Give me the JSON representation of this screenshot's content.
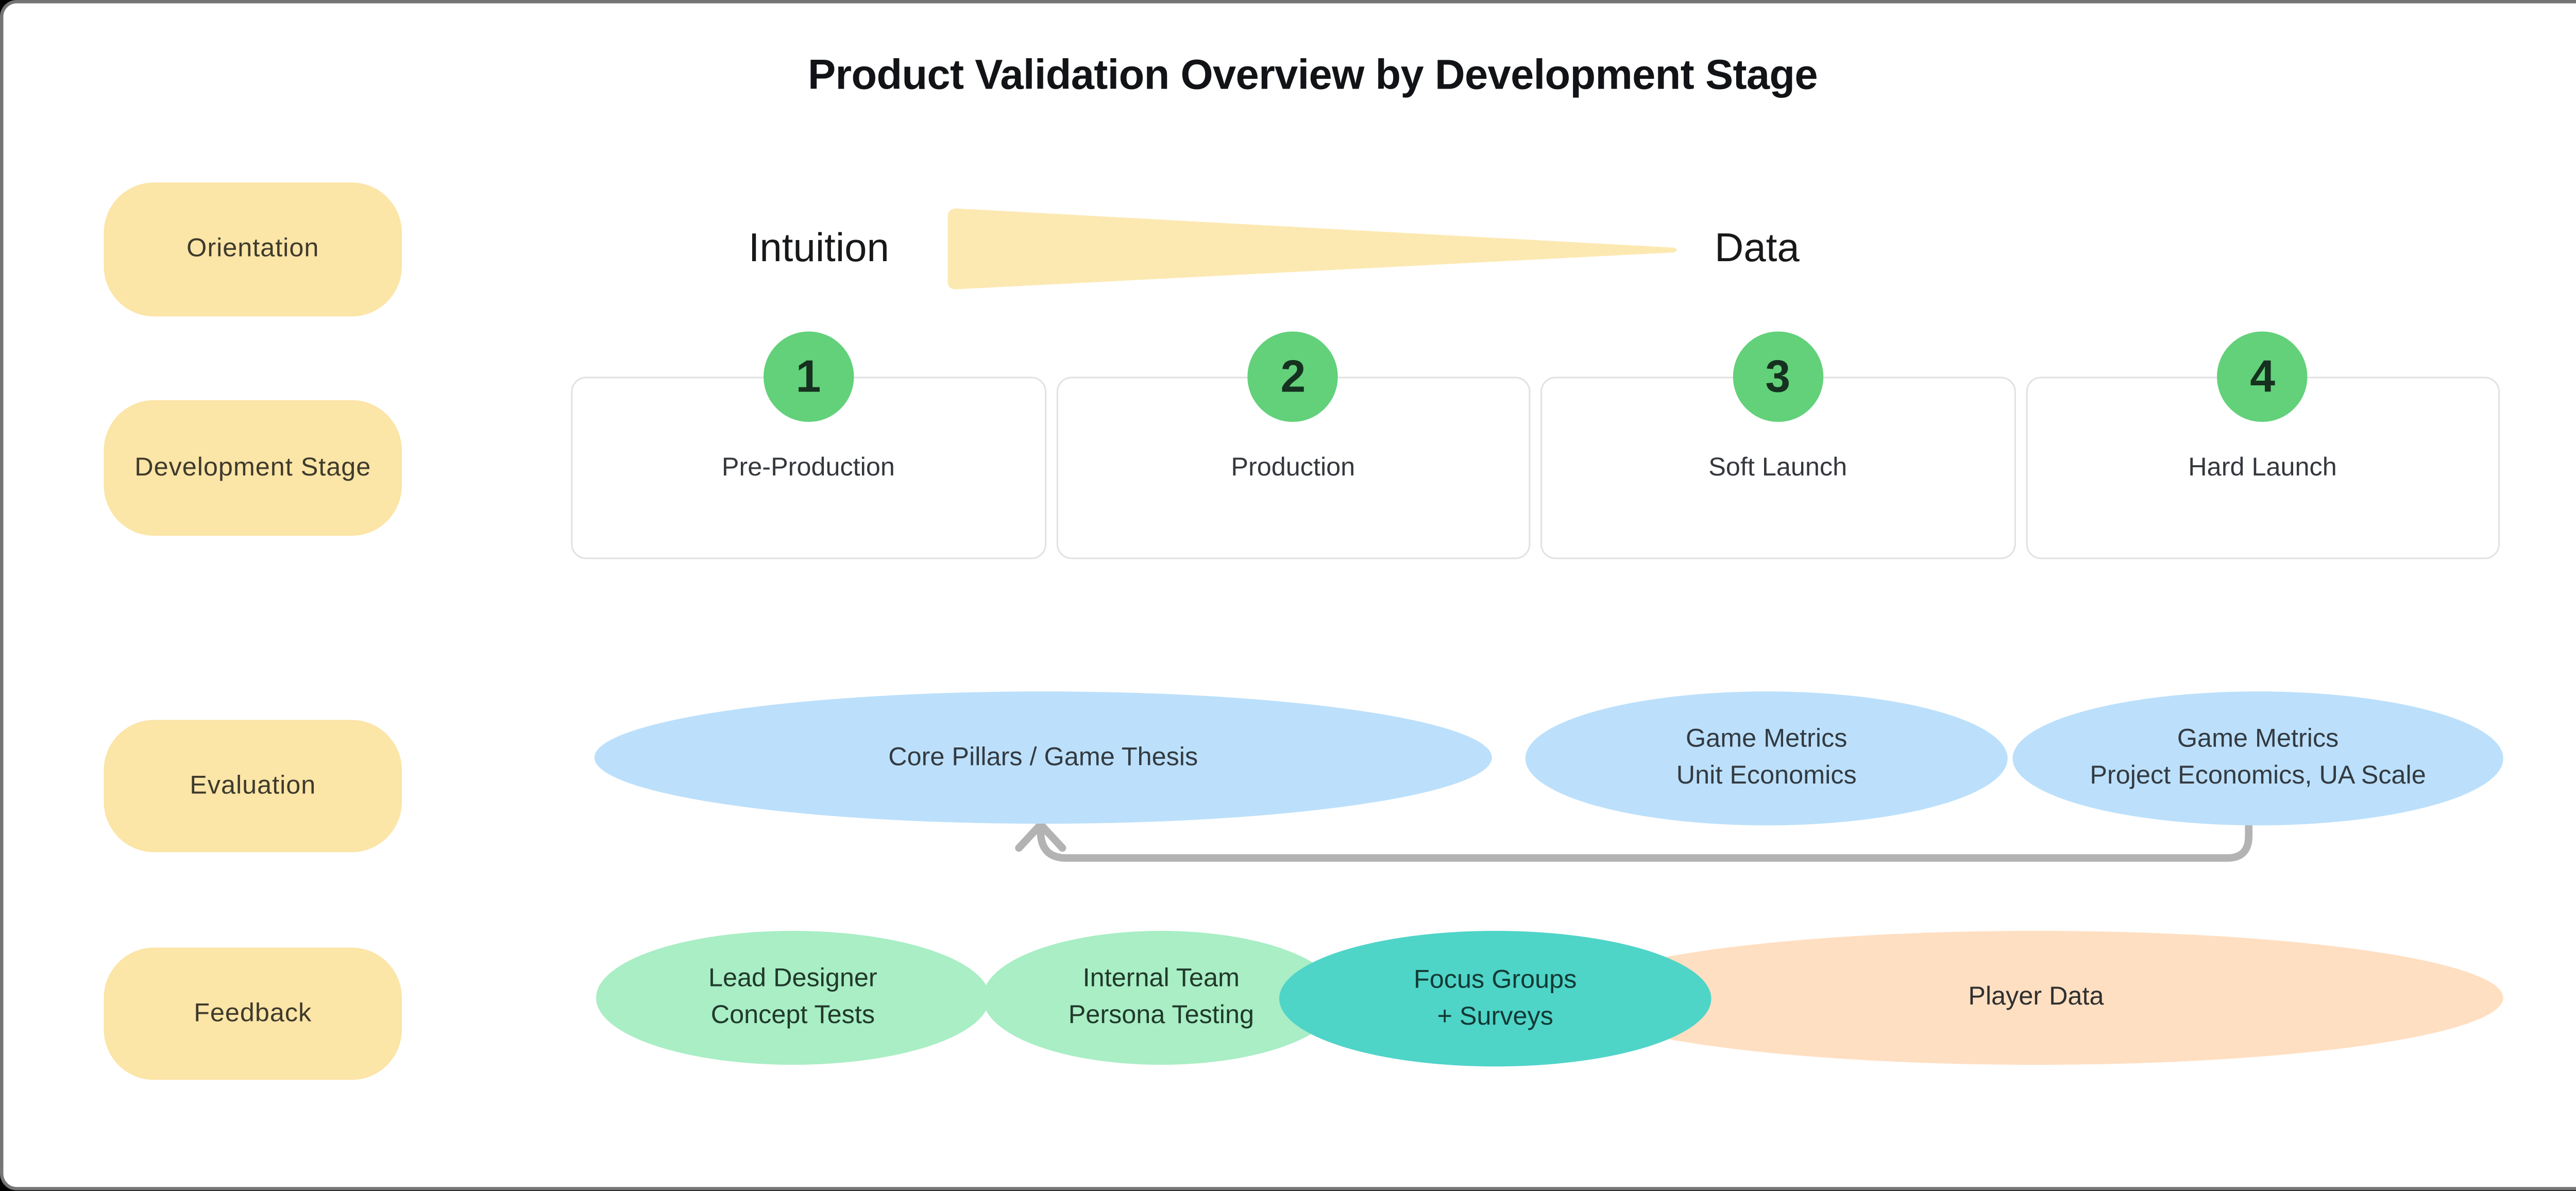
{
  "title": "Product Validation Overview by Development Stage",
  "rows": {
    "orientation": "Orientation",
    "development_stage": "Development Stage",
    "evaluation": "Evaluation",
    "feedback": "Feedback"
  },
  "orientation": {
    "left_label": "Intuition",
    "right_label": "Data"
  },
  "stages": [
    {
      "number": "1",
      "label": "Pre-Production"
    },
    {
      "number": "2",
      "label": "Production"
    },
    {
      "number": "3",
      "label": "Soft Launch"
    },
    {
      "number": "4",
      "label": "Hard Launch"
    }
  ],
  "evaluation": [
    {
      "lines": [
        "Core Pillars / Game Thesis"
      ]
    },
    {
      "lines": [
        "Game Metrics",
        "Unit Economics"
      ]
    },
    {
      "lines": [
        "Game Metrics",
        "Project Economics, UA Scale"
      ]
    }
  ],
  "feedback": [
    {
      "lines": [
        "Lead Designer",
        "Concept Tests"
      ]
    },
    {
      "lines": [
        "Internal Team",
        "Persona Testing"
      ]
    },
    {
      "lines": [
        "Focus Groups",
        "+ Surveys"
      ]
    },
    {
      "lines": [
        "Player Data"
      ]
    }
  ],
  "colors": {
    "row_pill_yellow": "#fbe5a7",
    "wedge_yellow": "#fce9b2",
    "stage_circle_green": "#62d17a",
    "evaluation_blue": "#bce0fb",
    "feedback_green": "#a9eec5",
    "feedback_teal": "#4fd4c8",
    "feedback_orange": "#ffdfc2",
    "arrow_gray": "#b3b3b3",
    "box_border_gray": "#e3e3e3",
    "frame_border_gray": "#757575"
  }
}
